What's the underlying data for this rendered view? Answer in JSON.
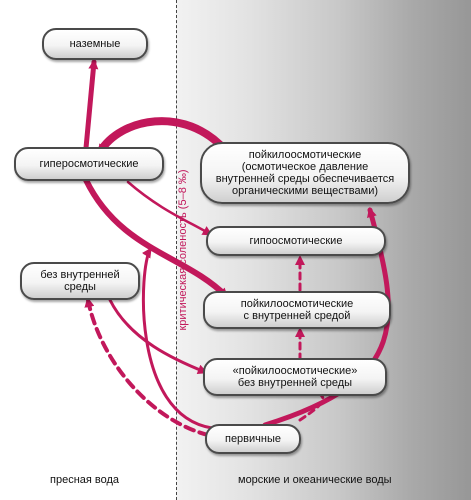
{
  "regions": {
    "left_label": "пресная вода",
    "right_label": "морские и океанические воды"
  },
  "boundary_label": "критическая соленость (5–8 ‰)",
  "nodes": {
    "nazemnye": "наземные",
    "giperosmoticheskie": "гиперосмотические",
    "bez_vnutrenney_sredy": "без внутренней\nсреды",
    "poykiloosmoticheskie_top": "пойкилоосмотические\n(осмотическое давление\nвнутренней среды обеспечивается\nорганическими веществами)",
    "giposmoticheskie": "гипоосмотические",
    "poykiloosmoticheskie_mid": "пойкилоосмотические\nс внутренней средой",
    "poykiloosmoticheskie_quoted": "«пойкилоосмотические»\nбез внутренней среды",
    "pervichnye": "первичные"
  },
  "colors": {
    "arrow": "#c2185b",
    "accent_text": "#c2185b",
    "pill_border": "#4a4a4a"
  }
}
